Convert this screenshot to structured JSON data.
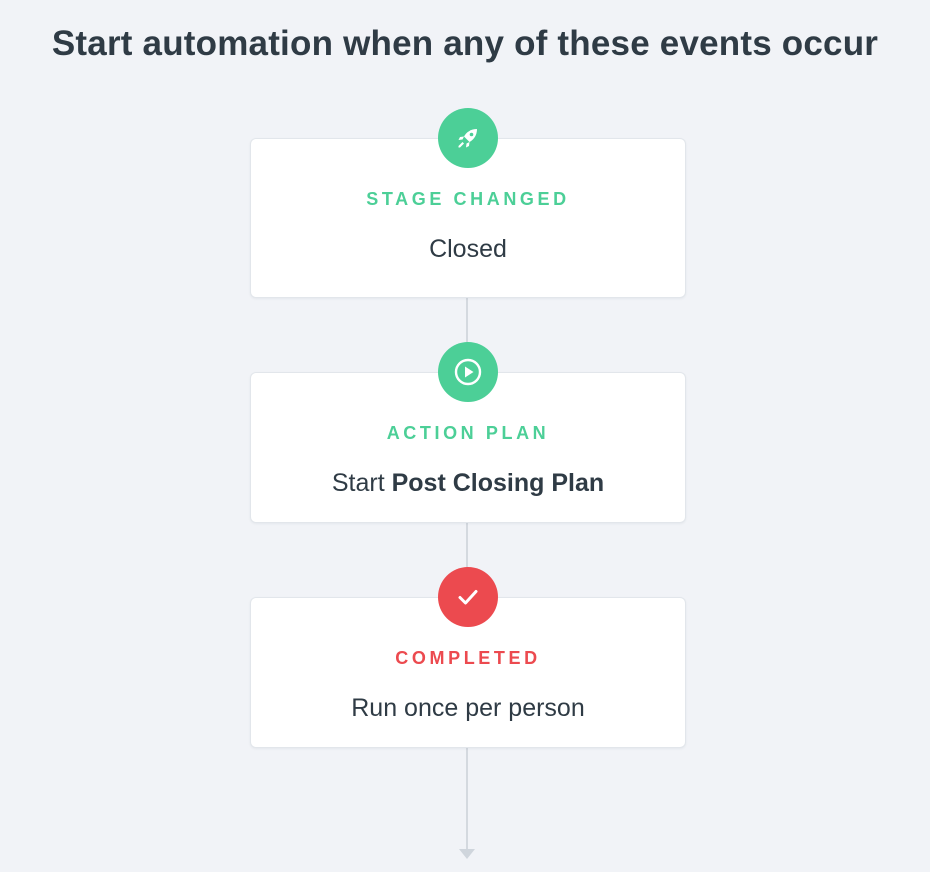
{
  "page": {
    "title": "Start automation when any of these events occur"
  },
  "steps": [
    {
      "icon": "rocket-icon",
      "color": "#4ccf97",
      "label": "STAGE CHANGED",
      "value": "Closed"
    },
    {
      "icon": "play-circle-icon",
      "color": "#4ccf97",
      "label": "ACTION PLAN",
      "value_prefix": "Start",
      "value_bold": "Post Closing Plan"
    },
    {
      "icon": "checkmark-icon",
      "color": "#ec4a4f",
      "label": "COMPLETED",
      "value": "Run once per person"
    }
  ]
}
